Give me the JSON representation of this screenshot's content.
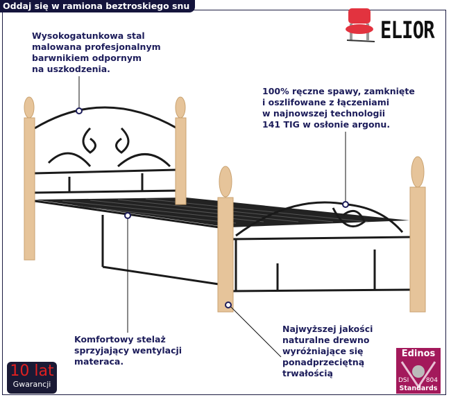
{
  "header": {
    "title": "Oddaj się w ramiona beztroskiego snu"
  },
  "brand": {
    "name": "ELIOR",
    "icon": "chair-icon"
  },
  "notes": {
    "steel": "Wysokogatunkowa stal\nmalowana profesjonalnym\nbarwnikiem odpornym\nna uszkodzenia.",
    "welds": "100% ręczne spawy, zamknięte\ni oszlifowane z łączeniami\nw najnowszej technologii\n141 TIG w osłonie argonu.",
    "frame": "Komfortowy stelaż\nsprzyjający wentylacji\nmateraca.",
    "wood": "Najwyższej jakości\nnaturalne drewno\nwyróżniające się\nponadprzeciętną\ntrwałością"
  },
  "warranty": {
    "big": "10 lat",
    "small": "Gwarancji"
  },
  "certificate": {
    "title": "Edinos",
    "left": "DSI",
    "right": "804",
    "bottom": "Standards"
  },
  "colors": {
    "navy": "#14143c",
    "text": "#1c1c5a",
    "wood": "#e6c49a",
    "cert": "#a3195b",
    "warranty_red": "#e02020"
  }
}
